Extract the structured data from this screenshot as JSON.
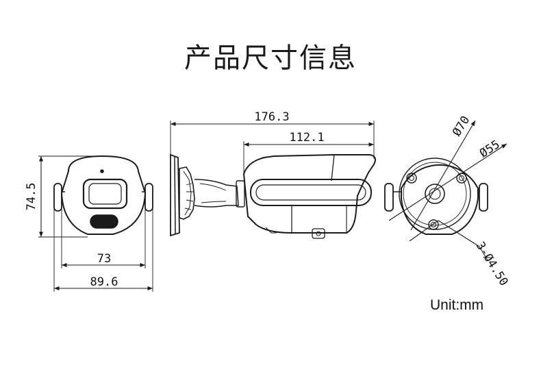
{
  "header": {
    "title": "产品尺寸信息"
  },
  "dimensions": {
    "front_height": "74.5",
    "front_inner_width": "73",
    "front_outer_width": "89.6",
    "side_total_length": "176.3",
    "side_body_length": "112.1",
    "base_outer_diameter": "Ø70",
    "base_inner_diameter": "Ø55",
    "mount_holes": "3-Ø4.50"
  },
  "footer": {
    "unit": "Unit:mm"
  },
  "colors": {
    "line": "#1a1a1a",
    "background": "#ffffff"
  }
}
